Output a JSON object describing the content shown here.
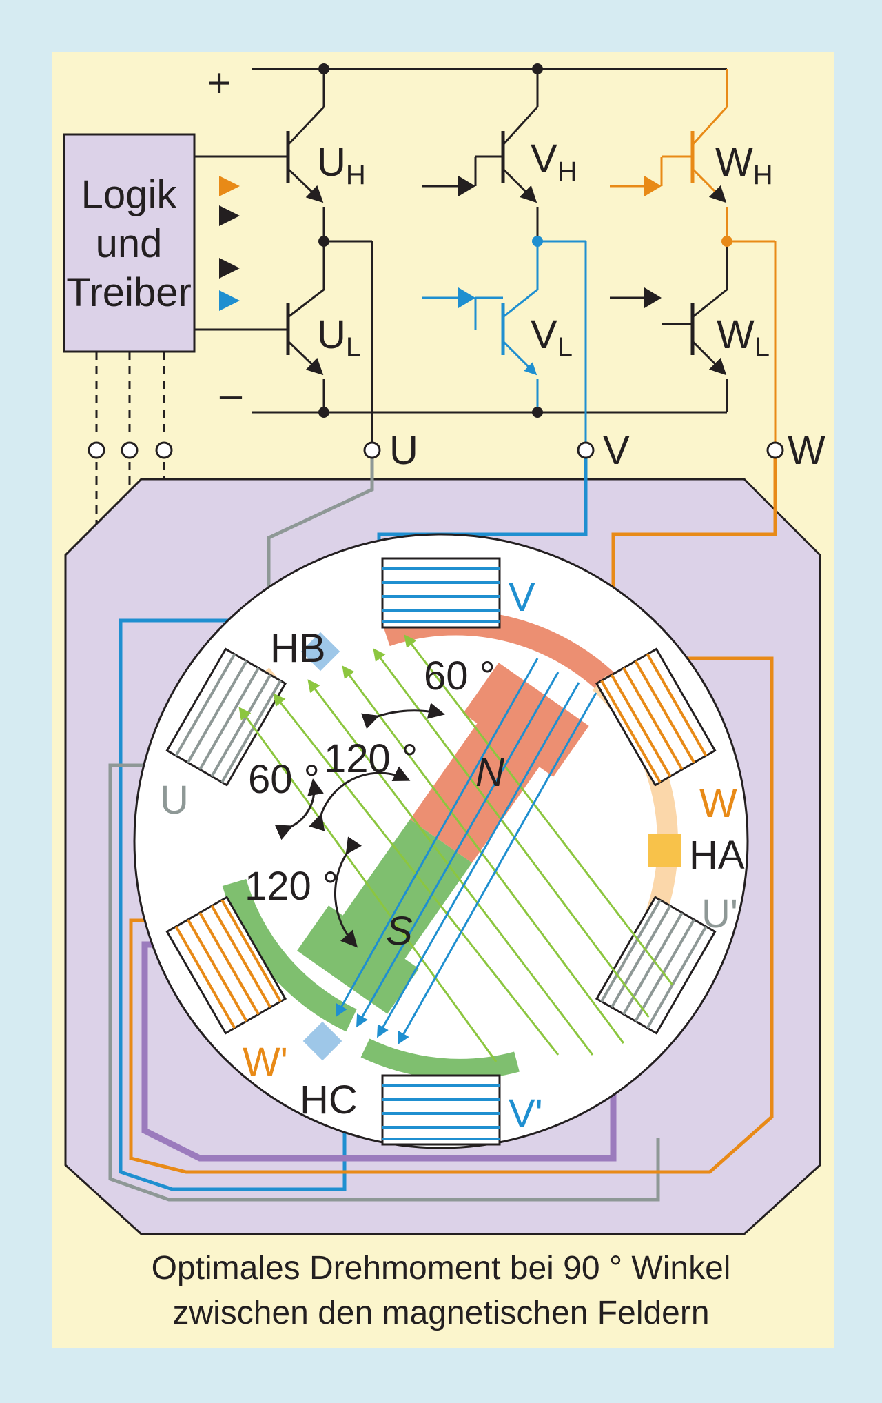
{
  "colors": {
    "background": "#d6ebf2",
    "panel": "#fbf5cc",
    "motor_housing": "#dcd2e8",
    "wire_black": "#231f20",
    "phase_u": "#8e9896",
    "phase_v": "#1f8fd0",
    "phase_w": "#e88a17",
    "purple_wire": "#9b7bbd",
    "magnet_n": "#ec8f72",
    "magnet_s": "#7fbf6f",
    "field_lines": "#8cc63f",
    "hall_sensor": "#9ec7e8",
    "hall_ha": "#f8c24a"
  },
  "power": {
    "plus": "+",
    "minus": "–"
  },
  "driver": {
    "line1": "Logik",
    "line2": "und",
    "line3": "Treiber"
  },
  "transistors": {
    "uh": {
      "main": "U",
      "sub": "H"
    },
    "ul": {
      "main": "U",
      "sub": "L"
    },
    "vh": {
      "main": "V",
      "sub": "H"
    },
    "vl": {
      "main": "V",
      "sub": "L"
    },
    "wh": {
      "main": "W",
      "sub": "H"
    },
    "wl": {
      "main": "W",
      "sub": "L"
    }
  },
  "terminals": {
    "u": "U",
    "v": "V",
    "w": "W"
  },
  "coils": {
    "v": "V",
    "v_prime": "V'",
    "u": "U",
    "u_prime": "U'",
    "w": "W",
    "w_prime": "W'"
  },
  "hall": {
    "ha": "HA",
    "hb": "HB",
    "hc": "HC"
  },
  "rotor": {
    "north": "N",
    "south": "S"
  },
  "angles": {
    "a60_top": "60 °",
    "a120_top": "120 °",
    "a60_left": "60 °",
    "a120_left": "120 °"
  },
  "caption": {
    "line1": "Optimales Drehmoment bei 90 ° Winkel",
    "line2": "zwischen den magnetischen Feldern"
  }
}
